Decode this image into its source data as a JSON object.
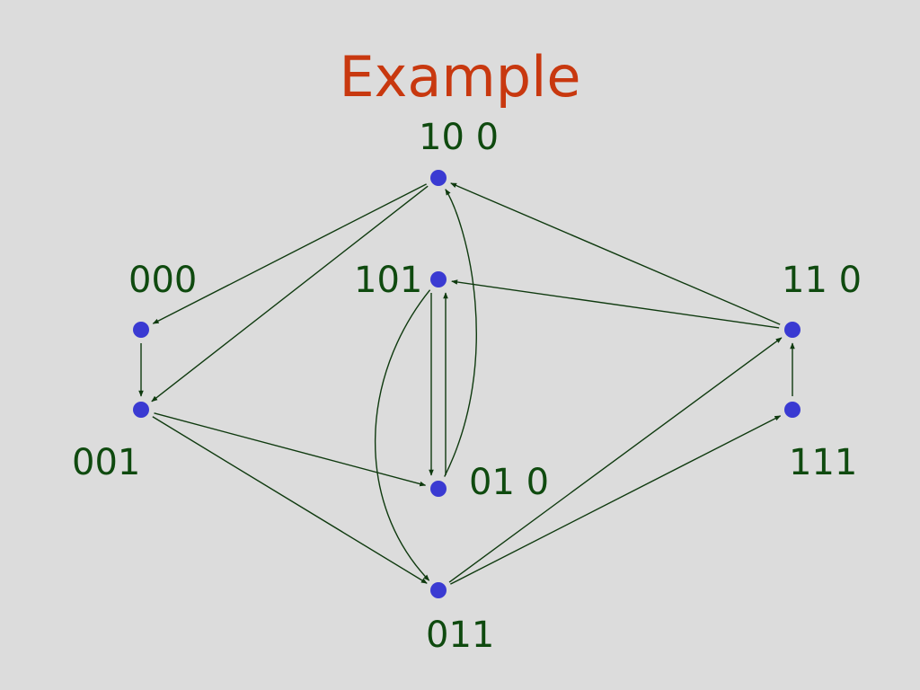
{
  "title": "Example",
  "colors": {
    "background": "#dcdcdc",
    "title": "#c8380f",
    "label": "#0f4a0f",
    "node": "#3a3ad2",
    "edge": "#0f3a0f"
  },
  "nodes": [
    {
      "id": "n100",
      "label": "10 0"
    },
    {
      "id": "n000",
      "label": "000"
    },
    {
      "id": "n101",
      "label": "101"
    },
    {
      "id": "n110",
      "label": "11 0"
    },
    {
      "id": "n001",
      "label": "001"
    },
    {
      "id": "n111",
      "label": "111"
    },
    {
      "id": "n010",
      "label": "01 0"
    },
    {
      "id": "n011",
      "label": "011"
    }
  ],
  "edges": [
    {
      "from": "n100",
      "to": "n000"
    },
    {
      "from": "n100",
      "to": "n001"
    },
    {
      "from": "n000",
      "to": "n001"
    },
    {
      "from": "n001",
      "to": "n010"
    },
    {
      "from": "n001",
      "to": "n011"
    },
    {
      "from": "n110",
      "to": "n100"
    },
    {
      "from": "n110",
      "to": "n101"
    },
    {
      "from": "n111",
      "to": "n110"
    },
    {
      "from": "n101",
      "to": "n010"
    },
    {
      "from": "n010",
      "to": "n101"
    },
    {
      "from": "n010",
      "to": "n100"
    },
    {
      "from": "n101",
      "to": "n011"
    },
    {
      "from": "n011",
      "to": "n110"
    },
    {
      "from": "n011",
      "to": "n111"
    }
  ]
}
